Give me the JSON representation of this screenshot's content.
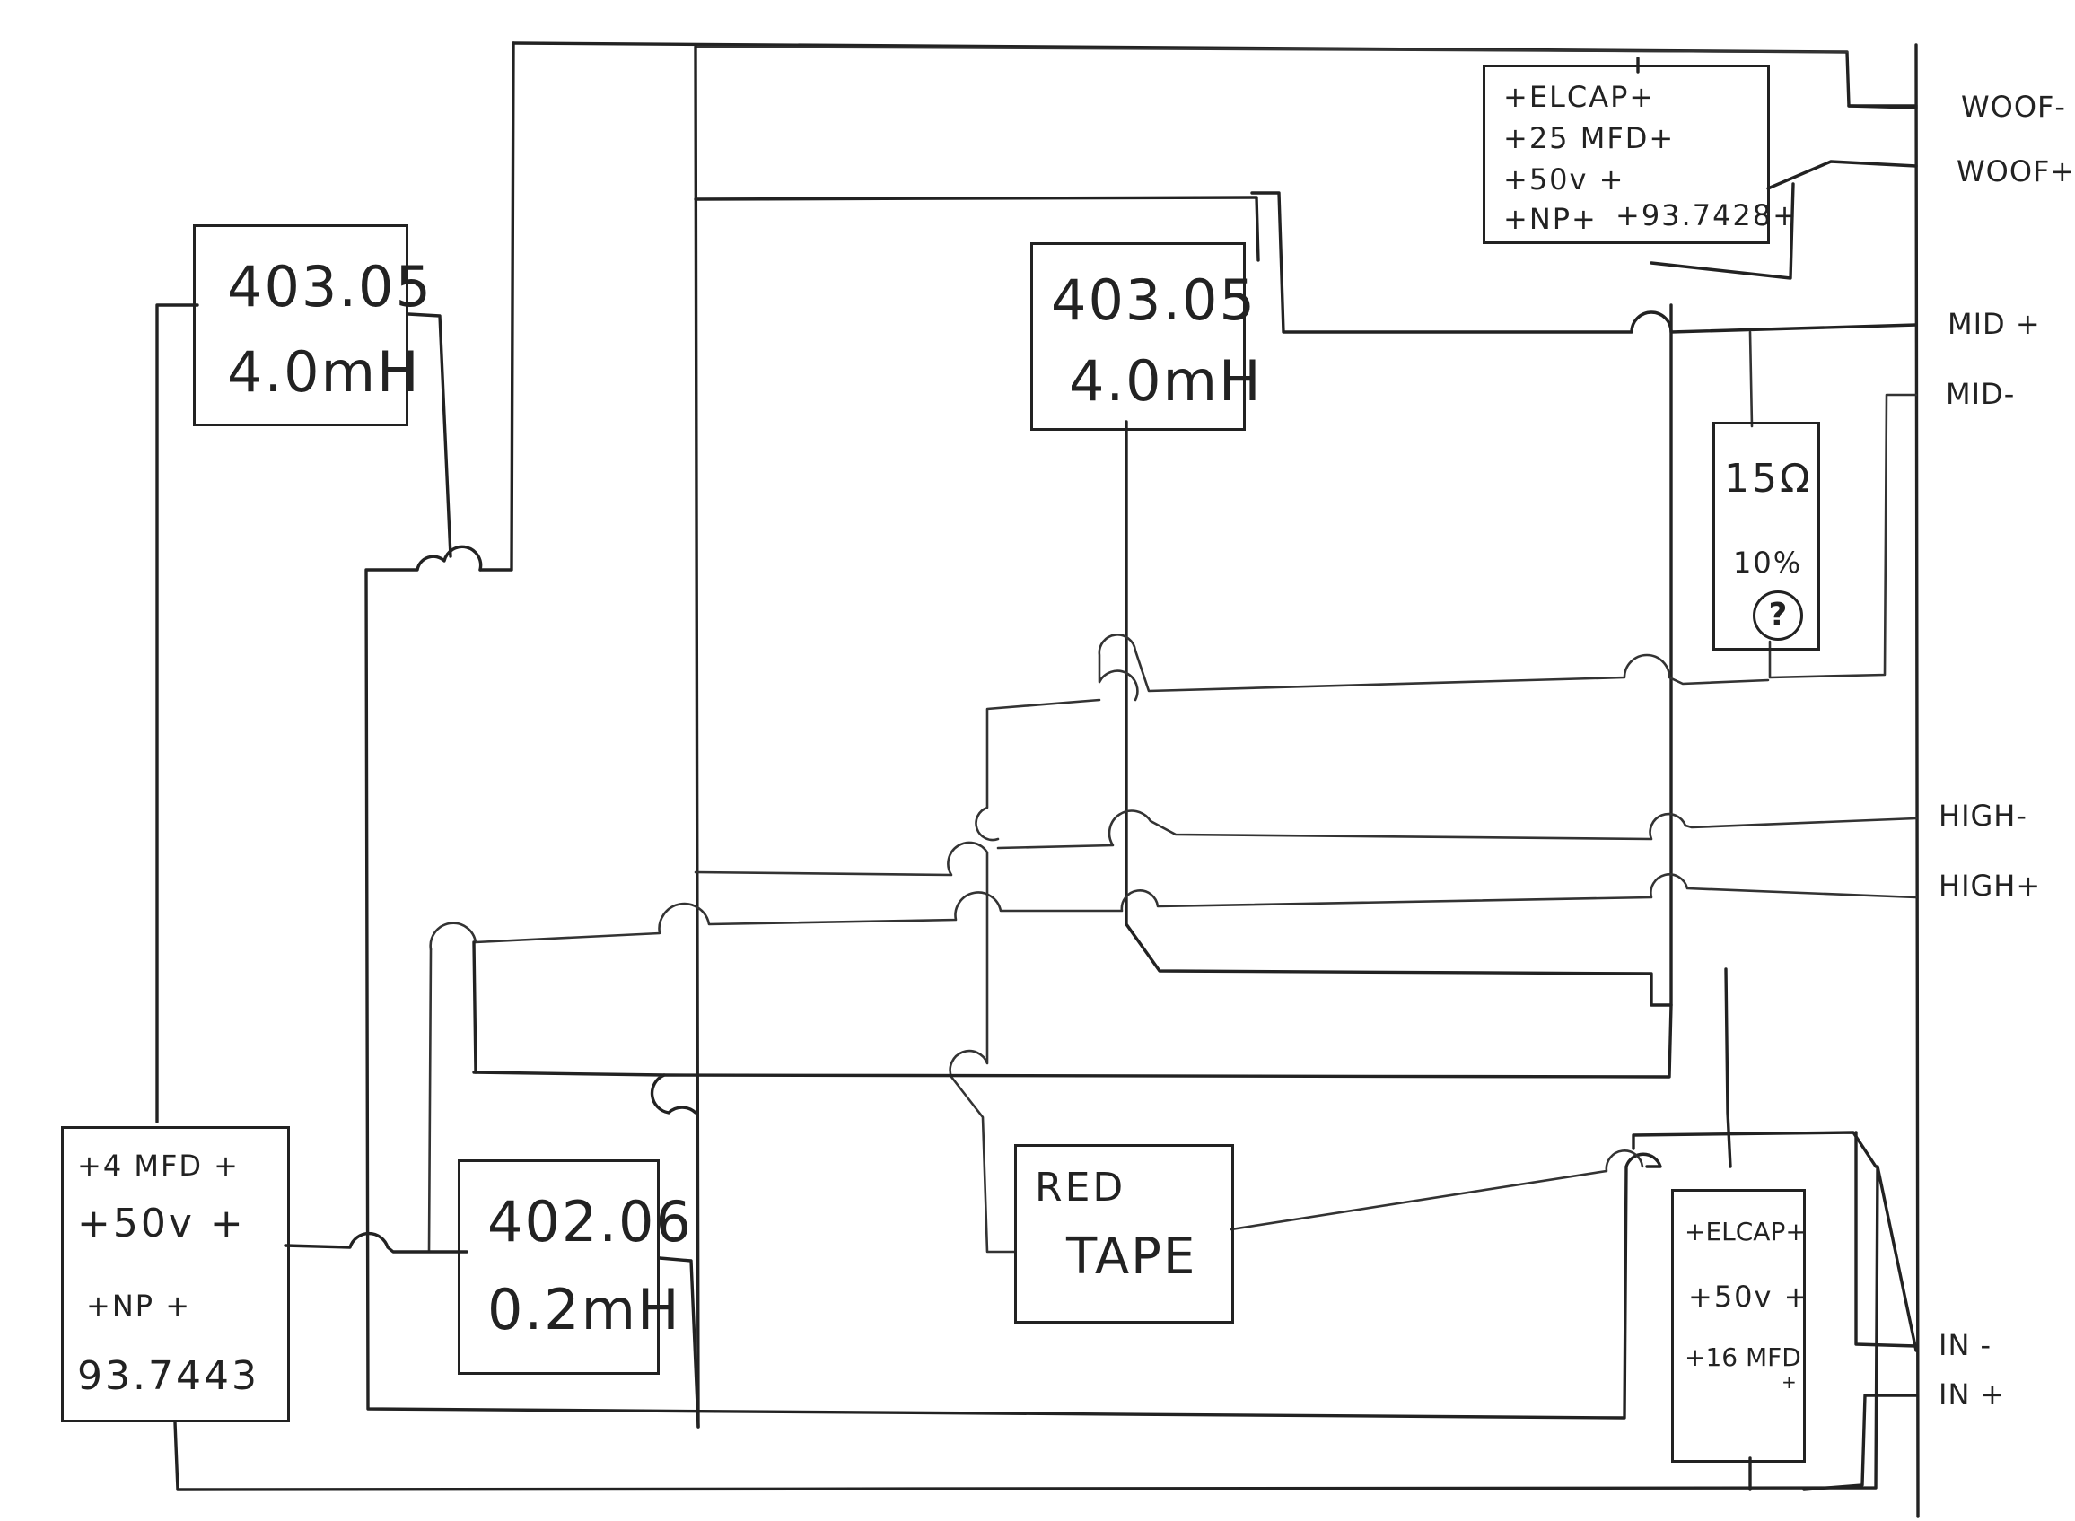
{
  "components": {
    "inductor_left": {
      "line1": "403.05",
      "line2": "4.0mH"
    },
    "inductor_center": {
      "line1": "403.05",
      "line2": "4.0mH"
    },
    "inductor_bottom": {
      "line1": "402.06",
      "line2": "0.2mH"
    },
    "capacitor_woofer": {
      "line1": "+ELCAP+",
      "line2": "+25 MFD+",
      "line3": "+50v +",
      "line4": "+NP+",
      "line5": "+93.7428+"
    },
    "capacitor_left": {
      "line1": "+4 MFD +",
      "line2": "+50v +",
      "line3": "+NP +",
      "line4": "93.7443"
    },
    "capacitor_input": {
      "line1": "+ELCAP+",
      "line2": "+50v +",
      "line3": "+16 MFD",
      "line4": "+"
    },
    "resistor": {
      "line1": "15Ω",
      "line2": "10%",
      "mark": "?"
    },
    "red_tape": {
      "line1": "RED",
      "line2": "TAPE"
    }
  },
  "terminals": {
    "woof_neg": "WOOF-",
    "woof_pos": "WOOF+",
    "mid_pos": "MID +",
    "mid_neg": "MID-",
    "high_neg": "HIGH-",
    "high_pos": "HIGH+",
    "in_neg": "IN -",
    "in_pos": "IN +"
  },
  "colors": {
    "ink": "#222222",
    "paper": "#ffffff"
  }
}
